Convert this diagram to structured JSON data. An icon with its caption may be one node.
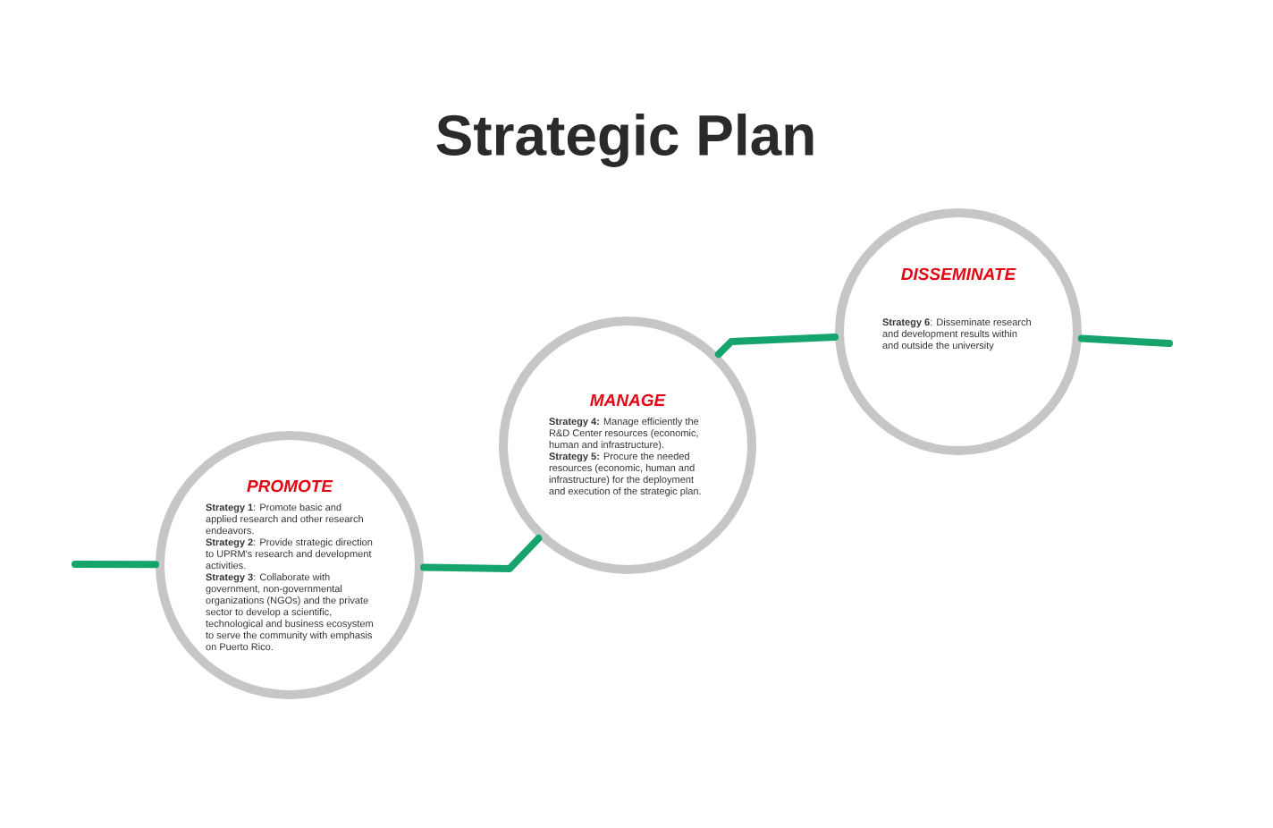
{
  "diagram": {
    "title": "Strategic Plan",
    "nodes": [
      {
        "text": [
          "PROMOTE",
          "**Strategy 1**: Promote basic and applied research and other research endeavors.",
          "**Strategy 2**: Provide strategic direction to UPRM's research and development activities.",
          "**Strategy 3**: Collaborate with government, non-governmental organizations (NGOs) and the private sector to develop a scientific, technological and business ecosystem to serve the community with emphasis on Puerto Rico."
        ]
      },
      {
        "text": [
          "MANAGE",
          "**Strategy 4:** Manage efficiently the R&D Center resources (economic, human and infrastructure).",
          "**Strategy 5:** Procure the needed resources (economic, human and infrastructure) for the deployment and execution of the strategic plan."
        ]
      },
      {
        "text": [
          "DISSEMINATE",
          "**Strategy 6**: Disseminate research and development results within and outside the university"
        ]
      }
    ],
    "edges": [
      {
        "from": null,
        "to": 0,
        "arrow": "none"
      },
      {
        "from": 0,
        "to": 1,
        "arrow": "none"
      },
      {
        "from": 1,
        "to": 2,
        "arrow": "none"
      },
      {
        "from": 2,
        "to": null,
        "arrow": "none"
      }
    ]
  }
}
